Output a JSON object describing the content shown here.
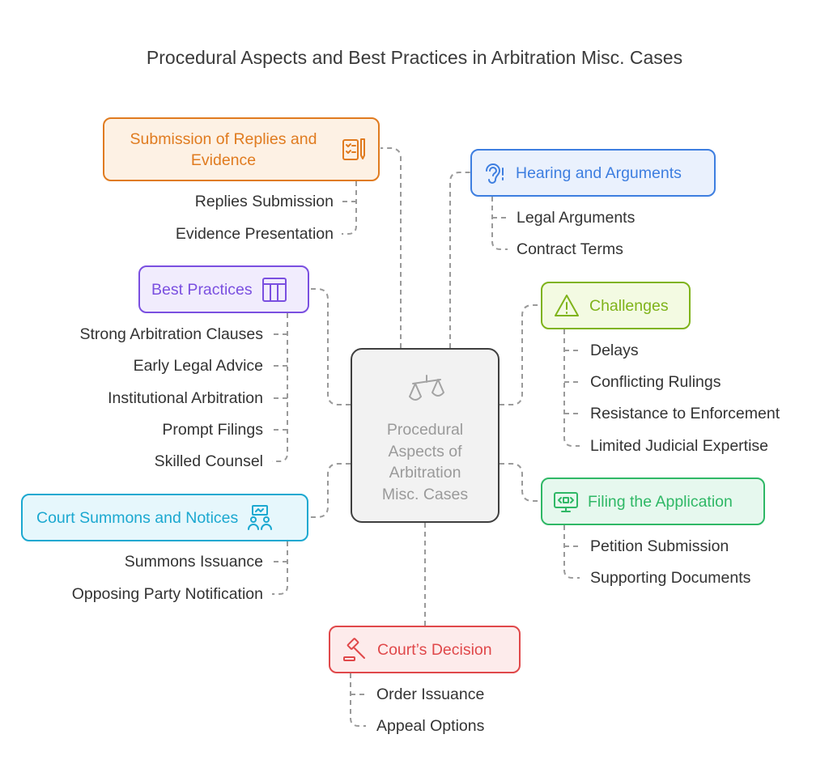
{
  "title": "Procedural Aspects and Best Practices in Arbitration Misc. Cases",
  "colors": {
    "orange": "#e07b1f",
    "blue": "#3d7ee0",
    "purple": "#7a4fe0",
    "lime": "#7fb31a",
    "cyan": "#1ba8d0",
    "green": "#2fb866",
    "red": "#e0484a",
    "gray": "#3f3f3f"
  },
  "center": {
    "line1": "Procedural",
    "line2": "Aspects of",
    "line3": "Arbitration",
    "line4": "Misc. Cases",
    "icon": "scales-icon"
  },
  "branches": {
    "submission": {
      "label_line1": "Submission of Replies and",
      "label_line2": "Evidence",
      "icon": "checklist-pen-icon",
      "items": [
        "Replies Submission",
        "Evidence Presentation"
      ]
    },
    "hearing": {
      "label": "Hearing and Arguments",
      "icon": "ear-icon",
      "items": [
        "Legal Arguments",
        "Contract Terms"
      ]
    },
    "best": {
      "label": "Best Practices",
      "icon": "table-icon",
      "items": [
        "Strong Arbitration Clauses",
        "Early Legal Advice",
        "Institutional Arbitration",
        "Prompt Filings",
        "Skilled Counsel"
      ]
    },
    "challenges": {
      "label": "Challenges",
      "icon": "warning-icon",
      "items": [
        "Delays",
        "Conflicting Rulings",
        "Resistance to Enforcement",
        "Limited Judicial Expertise"
      ]
    },
    "summons": {
      "label": "Court Summons and Notices",
      "icon": "people-notice-icon",
      "items": [
        "Summons Issuance",
        "Opposing Party Notification"
      ]
    },
    "filing": {
      "label": "Filing the Application",
      "icon": "code-screen-icon",
      "items": [
        "Petition Submission",
        "Supporting Documents"
      ]
    },
    "decision": {
      "label": "Court’s Decision",
      "icon": "gavel-icon",
      "items": [
        "Order Issuance",
        "Appeal Options"
      ]
    }
  }
}
